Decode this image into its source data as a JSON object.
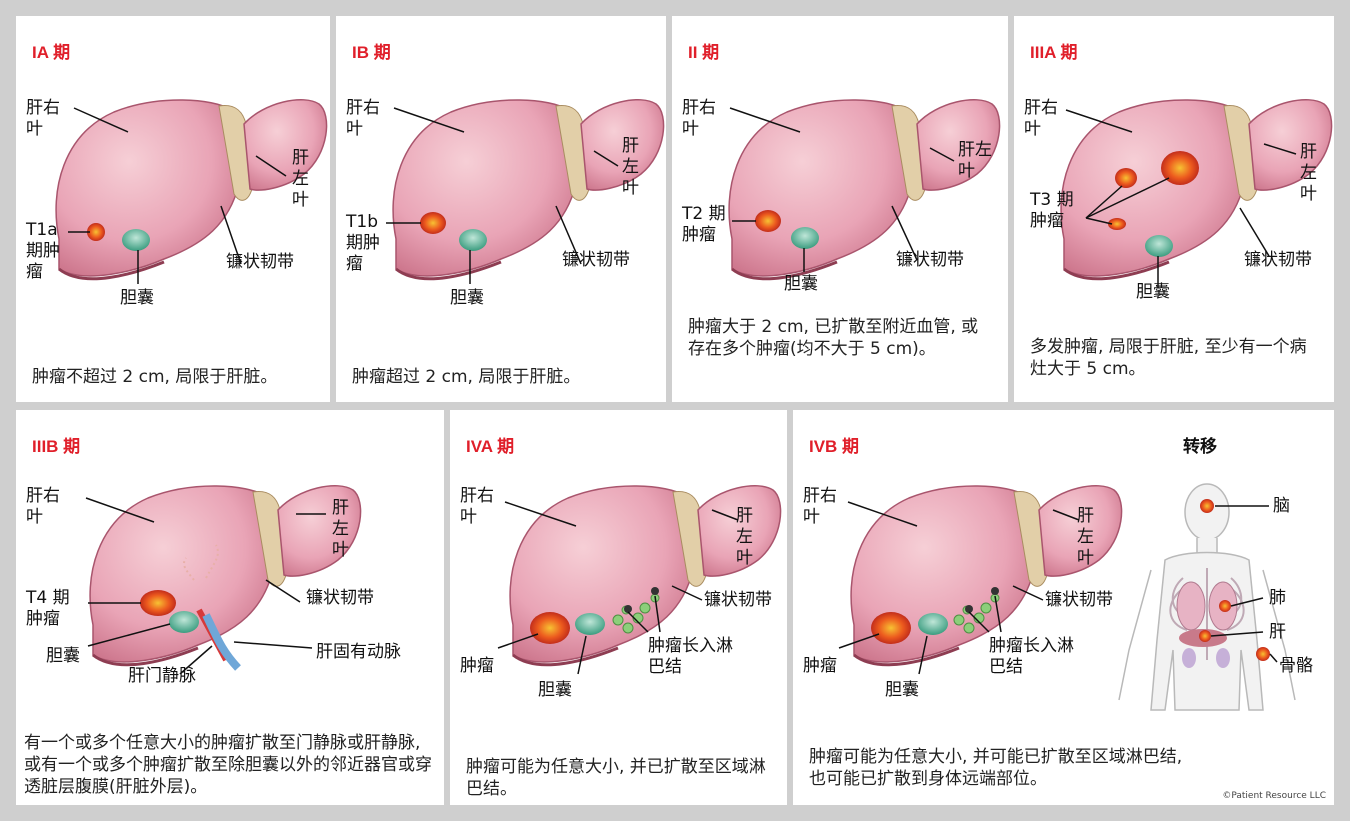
{
  "colors": {
    "stage_red": "#e01f2a",
    "liver": "#e9a4b6",
    "liver_dark": "#c97087",
    "tumor": "#e8431c",
    "gallbladder": "#5fb39a",
    "ligament": "#d9c9a0"
  },
  "panels": {
    "ia": {
      "stage": "IA 期",
      "right_lobe": "肝右\n叶",
      "left_lobe": "肝\n左\n叶",
      "ligament": "镰状韧带",
      "tumor": "T1a\n期肿\n瘤",
      "gallbladder": "胆囊",
      "desc": "肿瘤不超过 2 cm, 局限于肝脏。"
    },
    "ib": {
      "stage": "IB 期",
      "right_lobe": "肝右\n叶",
      "left_lobe": "肝\n左\n叶",
      "ligament": "镰状韧带",
      "tumor": "T1b\n期肿\n瘤",
      "gallbladder": "胆囊",
      "desc": "肿瘤超过 2 cm, 局限于肝脏。"
    },
    "ii": {
      "stage": "II 期",
      "right_lobe": "肝右\n叶",
      "left_lobe": "肝左\n叶",
      "ligament": "镰状韧带",
      "tumor": "T2 期\n肿瘤",
      "gallbladder": "胆囊",
      "desc": "肿瘤大于 2 cm, 已扩散至附近血管, 或存在多个肿瘤(均不大于 5 cm)。"
    },
    "iiia": {
      "stage": "IIIA 期",
      "right_lobe": "肝右\n叶",
      "left_lobe": "肝\n左\n叶",
      "ligament": "镰状韧带",
      "tumor": "T3 期\n肿瘤",
      "gallbladder": "胆囊",
      "desc": "多发肿瘤, 局限于肝脏, 至少有一个病灶大于 5 cm。"
    },
    "iiib": {
      "stage": "IIIB 期",
      "right_lobe": "肝右\n叶",
      "left_lobe": "肝\n左\n叶",
      "ligament": "镰状韧带",
      "tumor": "T4 期\n肿瘤",
      "gallbladder": "胆囊",
      "portal_vein": "肝门静脉",
      "hepatic_artery": "肝固有动脉",
      "desc": "有一个或多个任意大小的肿瘤扩散至门静脉或肝静脉, 或有一个或多个肿瘤扩散至除胆囊以外的邻近器官或穿透脏层腹膜(肝脏外层)。"
    },
    "iva": {
      "stage": "IVA 期",
      "right_lobe": "肝右\n叶",
      "left_lobe": "肝\n左\n叶",
      "ligament": "镰状韧带",
      "tumor": "肿瘤",
      "gallbladder": "胆囊",
      "lymph": "肿瘤长入淋\n巴结",
      "desc": "肿瘤可能为任意大小, 并已扩散至区域淋巴结。"
    },
    "ivb": {
      "stage": "IVB 期",
      "right_lobe": "肝右\n叶",
      "left_lobe": "肝\n左\n叶",
      "ligament": "镰状韧带",
      "tumor": "肿瘤",
      "gallbladder": "胆囊",
      "lymph": "肿瘤长入淋\n巴结",
      "metastasis_title": "转移",
      "brain": "脑",
      "lung": "肺",
      "liver": "肝",
      "bone": "骨骼",
      "desc": "肿瘤可能为任意大小, 并可能已扩散至区域淋巴结,\n也可能已扩散到身体远端部位。",
      "copyright": "©Patient Resource LLC"
    }
  }
}
